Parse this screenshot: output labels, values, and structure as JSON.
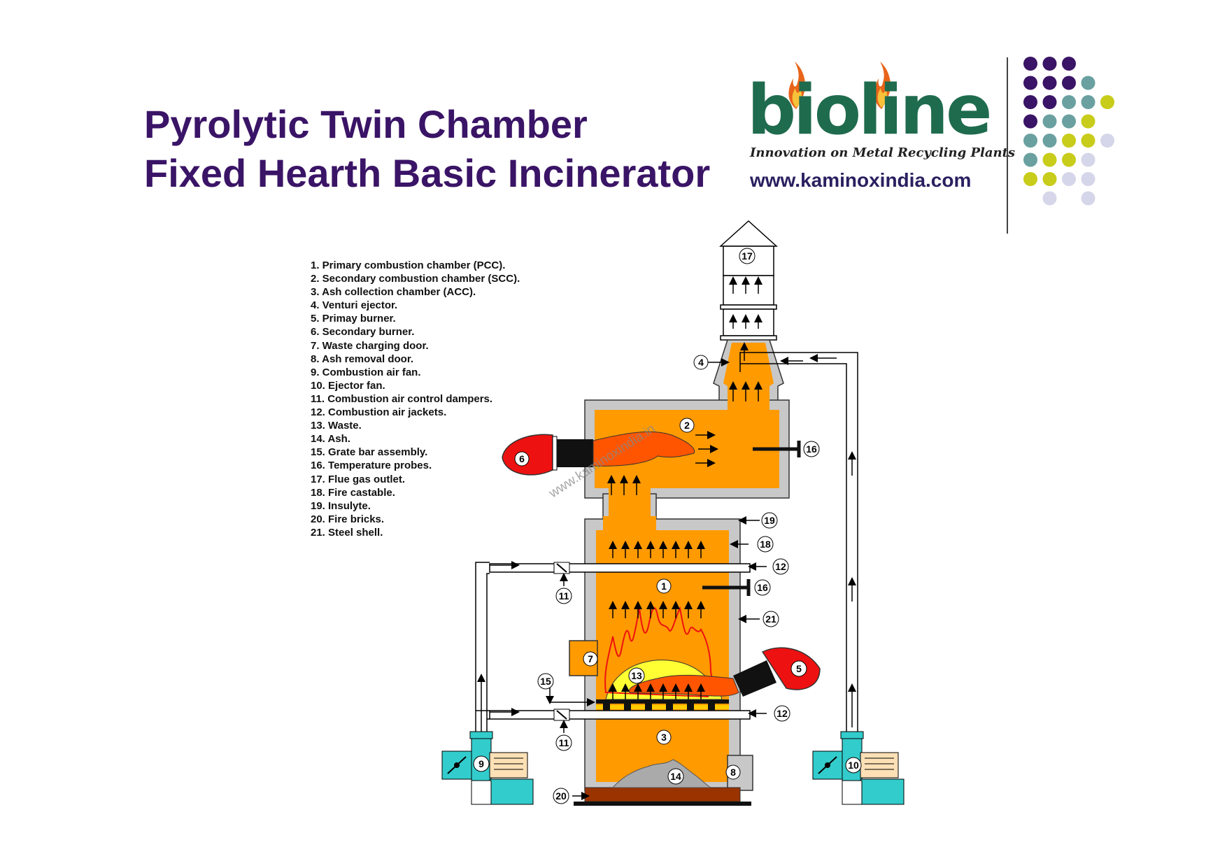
{
  "header": {
    "title_line1": "Pyrolytic Twin Chamber",
    "title_line2": "Fixed Hearth Basic Incinerator"
  },
  "brand": {
    "logo_text": "bioline",
    "tagline": "Innovation on Metal Recycling Plants",
    "website": "www.kaminoxindia.com",
    "watermark": "www.kaminoxindia.in",
    "colors": {
      "title": "#3a1466",
      "logo": "#1f6b4e",
      "dot_purple": "#3a1466",
      "dot_teal": "#6aa0a0",
      "dot_yellow": "#c8cc1a",
      "dot_lavender": "#d6d6ea"
    }
  },
  "legend": [
    "1. Primary combustion chamber (PCC).",
    "2. Secondary combustion chamber (SCC).",
    "3. Ash collection chamber (ACC).",
    "4. Venturi ejector.",
    "5. Primay burner.",
    "6. Secondary burner.",
    "7. Waste charging door.",
    "8. Ash removal door.",
    "9. Combustion air fan.",
    "10. Ejector fan.",
    "11. Combustion air control dampers.",
    "12. Combustion air jackets.",
    "13. Waste.",
    "14. Ash.",
    "15. Grate bar assembly.",
    "16. Temperature probes.",
    "17. Flue gas outlet.",
    "18. Fire castable.",
    "19. Insulyte.",
    "20. Fire bricks.",
    "21. Steel shell."
  ],
  "labels": [
    "1",
    "2",
    "3",
    "4",
    "5",
    "6",
    "7",
    "8",
    "9",
    "10",
    "11",
    "11",
    "12",
    "12",
    "13",
    "14",
    "15",
    "16",
    "16",
    "17",
    "18",
    "19",
    "20",
    "21"
  ],
  "diagram_colors": {
    "chamber": "#ff9a00",
    "insulation": "#c8c8c8",
    "burner": "#ee1111",
    "fan": "#33cccc",
    "fire_bricks": "#993300",
    "flame": "#ff5500",
    "waste": "#ffff33"
  }
}
